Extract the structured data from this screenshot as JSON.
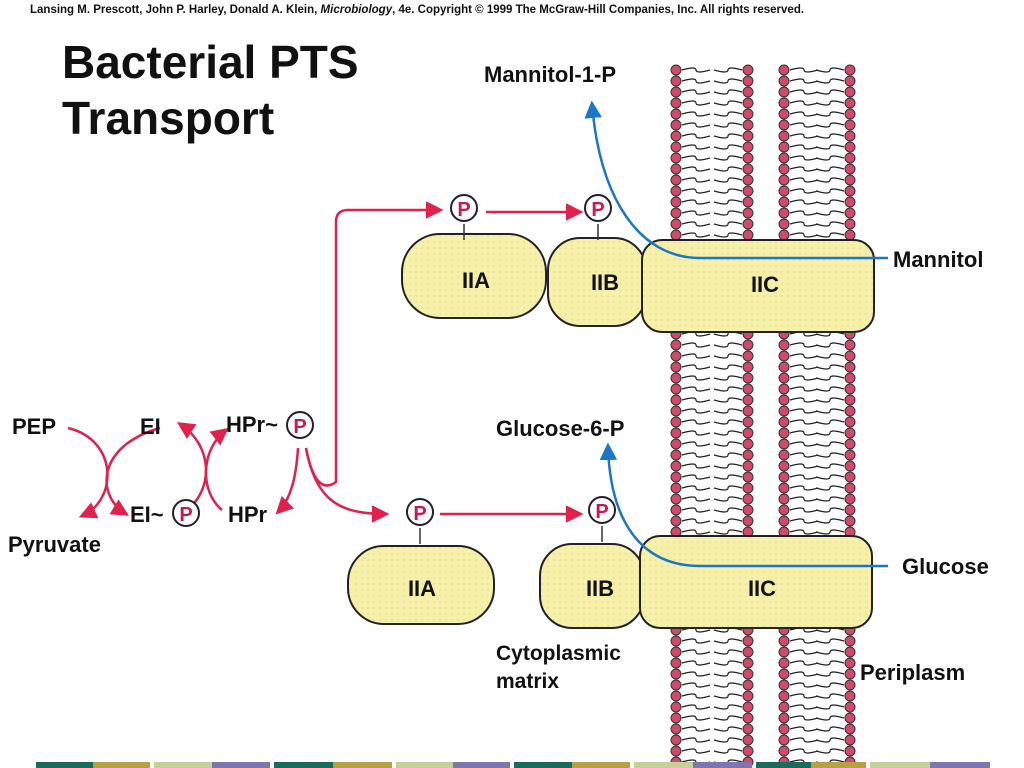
{
  "credit": {
    "before": "Lansing M. Prescott, John P. Harley, Donald A. Klein, ",
    "book": "Microbiology",
    "after": ", 4e. Copyright © 1999 The McGraw-Hill Companies, Inc.  All rights reserved."
  },
  "title": {
    "line1": "Bacterial PTS",
    "line2": "Transport"
  },
  "labels": {
    "mannitol_1_p": "Mannitol-1-P",
    "mannitol": "Mannitol",
    "glucose_6_p": "Glucose-6-P",
    "glucose": "Glucose",
    "cytoplasmic_1": "Cytoplasmic",
    "cytoplasmic_2": "matrix",
    "periplasm": "Periplasm",
    "pep": "PEP",
    "pyruvate": "Pyruvate",
    "ei": "EI",
    "ei_p": "EI~",
    "hpr_p": "HPr~",
    "hpr": "HPr",
    "phosphate": "P"
  },
  "proteins": {
    "mannitol": {
      "iia": "IIA",
      "iib": "IIB",
      "iic": "IIC"
    },
    "glucose": {
      "iia": "IIA",
      "iib": "IIB",
      "iic": "IIC"
    }
  },
  "colors": {
    "protein_fill": "#f7f0a9",
    "red_arrow": "#e0214b",
    "blue_arrow": "#1b76c9",
    "phosphate": "#c8185a",
    "lipid_head": "#d04a6a",
    "footer": [
      "#1a6a5e",
      "#b8a043",
      "#c9cf9a",
      "#7f76b0"
    ]
  }
}
